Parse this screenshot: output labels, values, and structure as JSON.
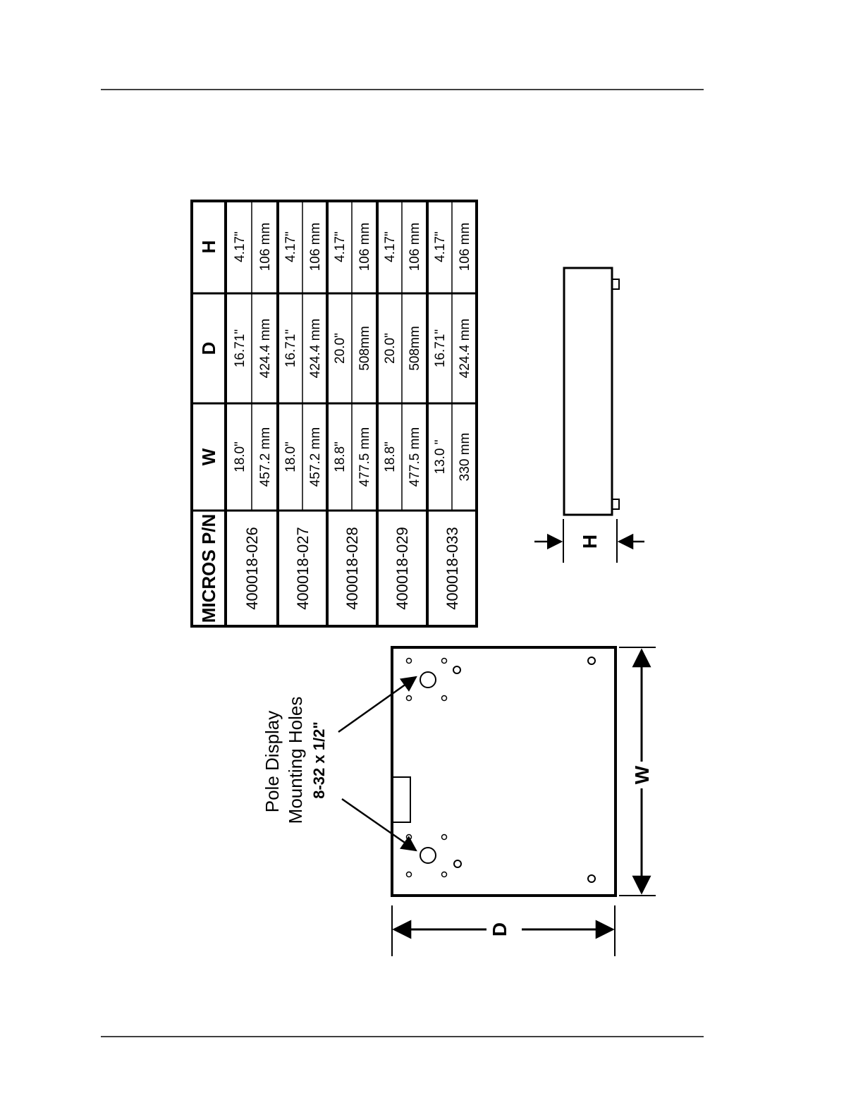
{
  "table": {
    "headers": [
      "MICROS P/N",
      "W",
      "D",
      "H"
    ],
    "rows": [
      {
        "pn": "400018-026",
        "w_in": "18.0\"",
        "w_mm": "457.2 mm",
        "d_in": "16.71\"",
        "d_mm": "424.4 mm",
        "h_in": "4.17\"",
        "h_mm": "106 mm"
      },
      {
        "pn": "400018-027",
        "w_in": "18.0\"",
        "w_mm": "457.2 mm",
        "d_in": "16.71\"",
        "d_mm": "424.4 mm",
        "h_in": "4.17\"",
        "h_mm": "106 mm"
      },
      {
        "pn": "400018-028",
        "w_in": "18.8\"",
        "w_mm": "477.5 mm",
        "d_in": "20.0\"",
        "d_mm": "508mm",
        "h_in": "4.17\"",
        "h_mm": "106 mm"
      },
      {
        "pn": "400018-029",
        "w_in": "18.8\"",
        "w_mm": "477.5 mm",
        "d_in": "20.0\"",
        "d_mm": "508mm",
        "h_in": "4.17\"",
        "h_mm": "106 mm"
      },
      {
        "pn": "400018-033",
        "w_in": "13.0 \"",
        "w_mm": "330 mm",
        "d_in": "16.71\"",
        "d_mm": "424.4 mm",
        "h_in": "4.17\"",
        "h_mm": "106 mm"
      }
    ]
  },
  "side_view": {
    "dim_label": "H"
  },
  "top_view": {
    "width_label": "W",
    "depth_label": "D",
    "callout_line1": "Pole Display",
    "callout_line2": "Mounting Holes",
    "callout_line3": "8-32 x 1/2\""
  }
}
